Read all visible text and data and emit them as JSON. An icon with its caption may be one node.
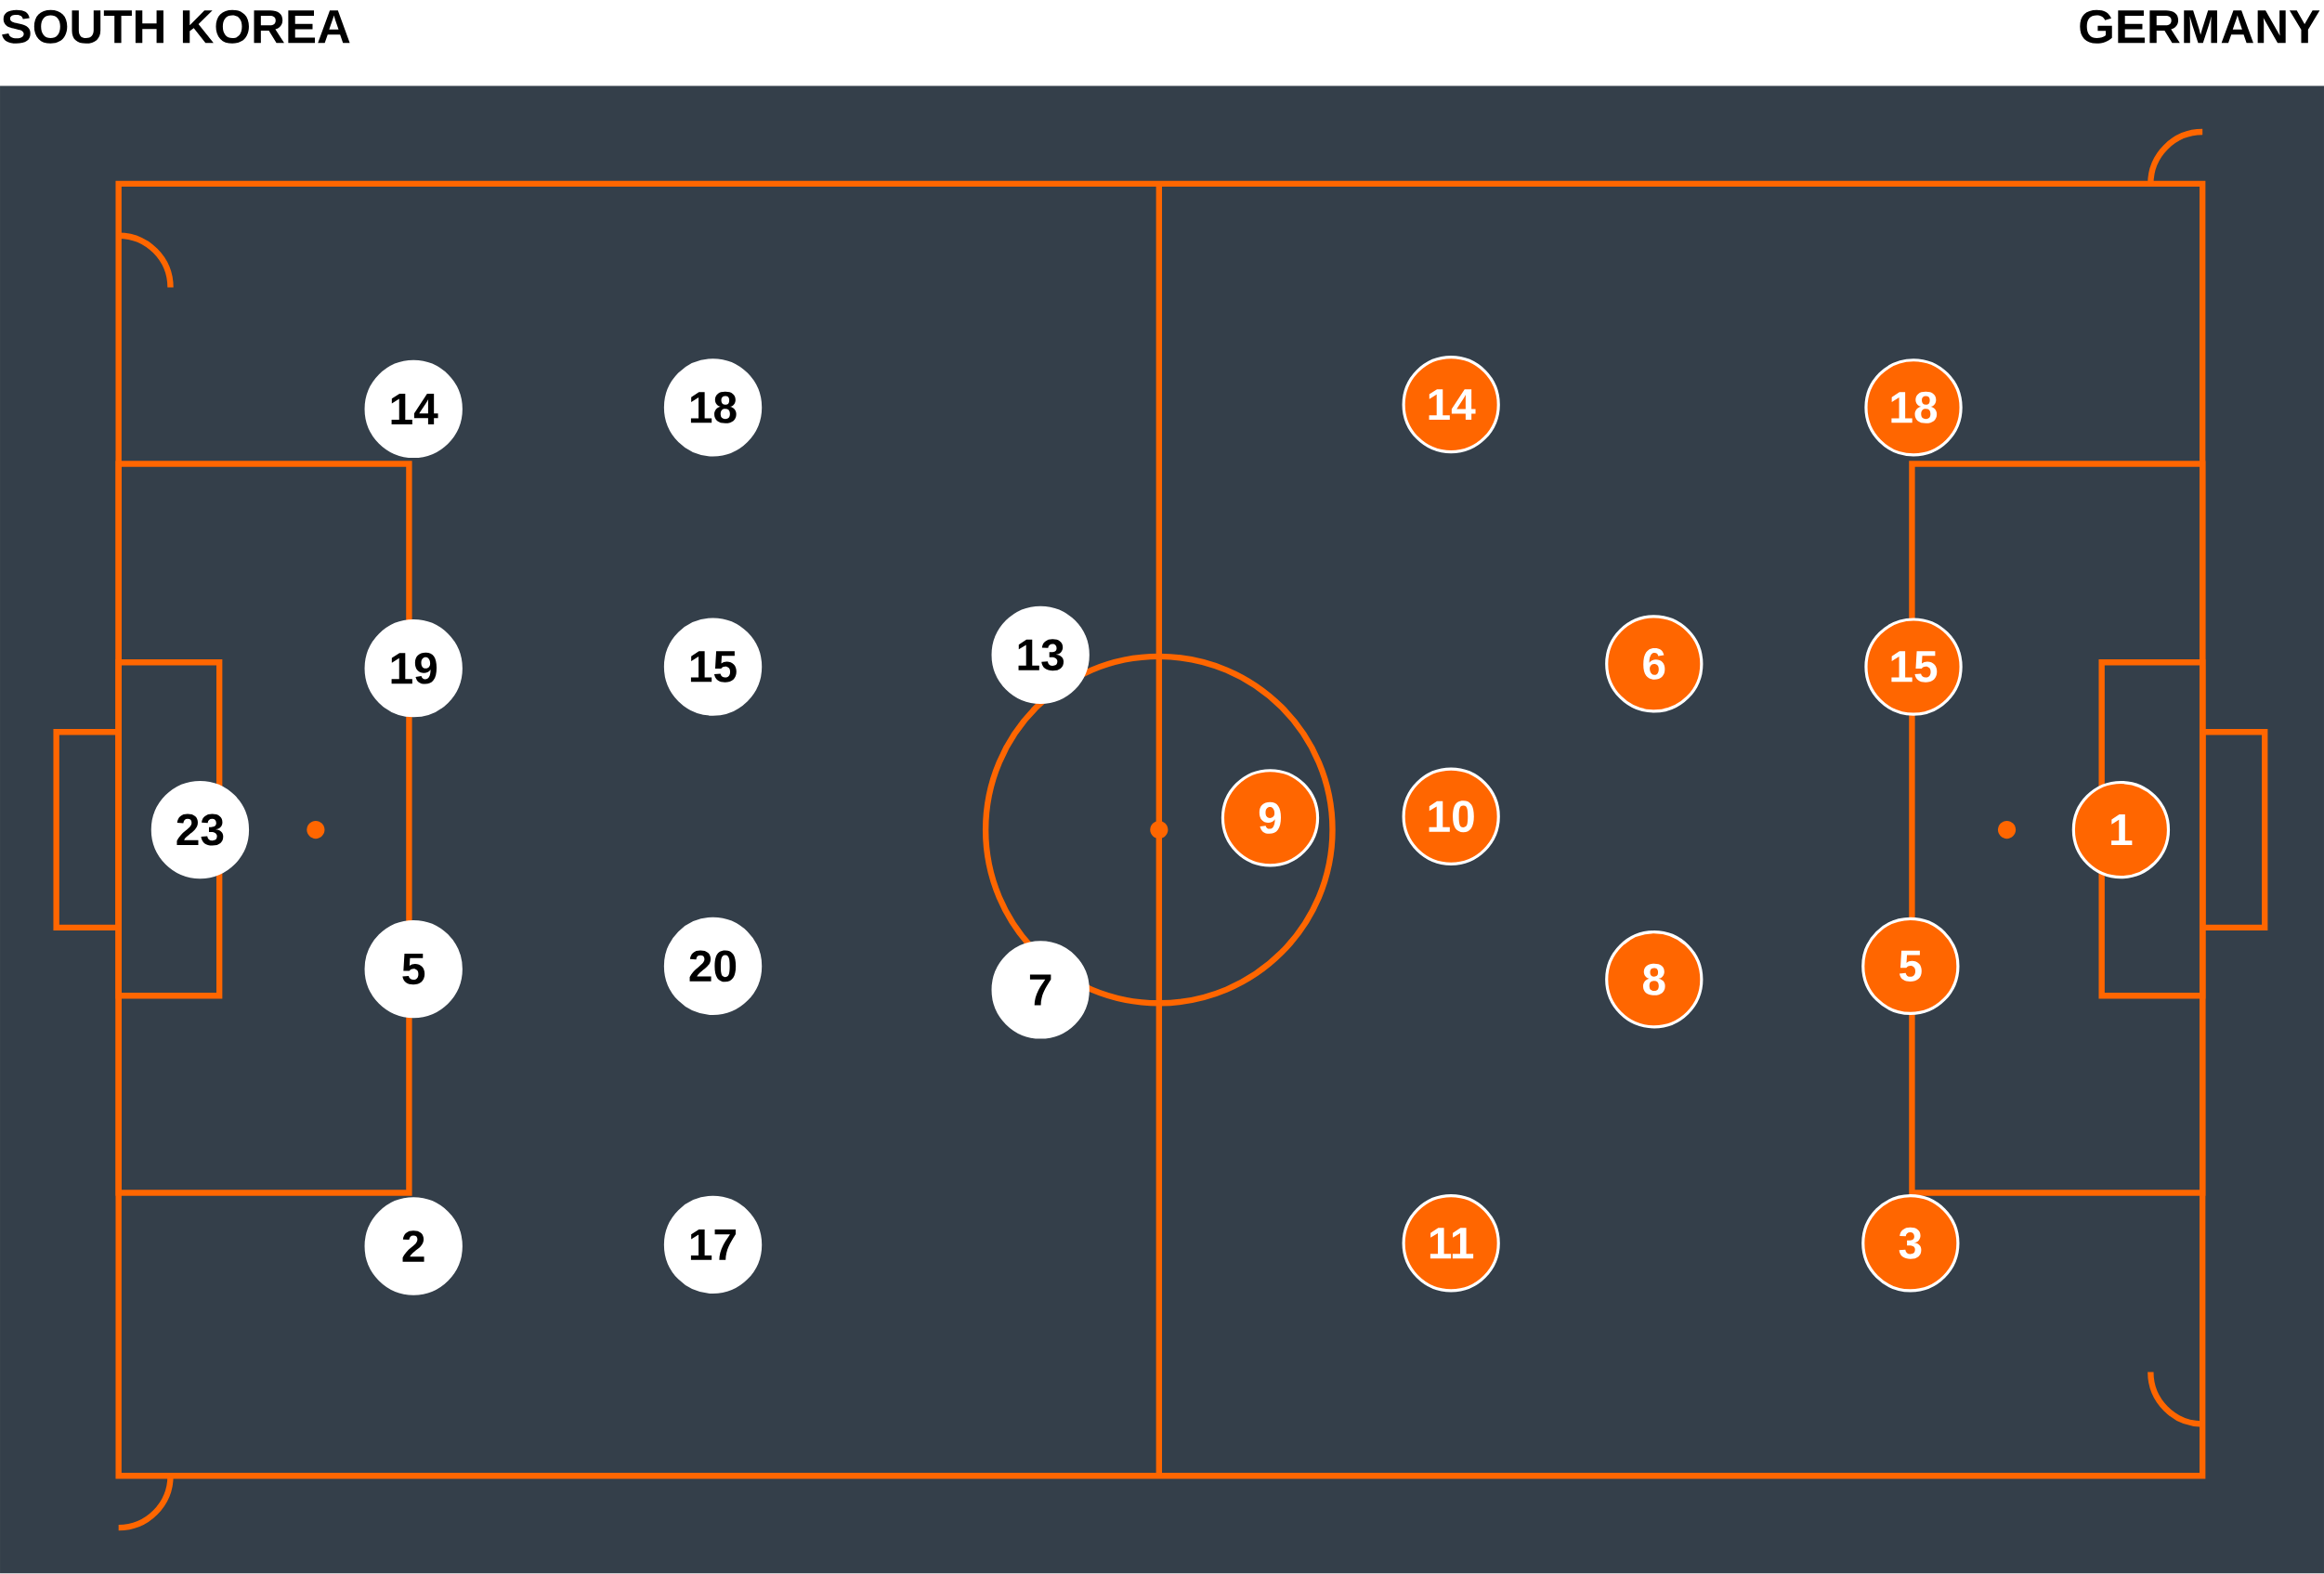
{
  "diagram": {
    "nodes": [
      {
        "text": [
          "23"
        ]
      },
      {
        "text": [
          "14"
        ]
      },
      {
        "text": [
          "19"
        ]
      },
      {
        "text": [
          "5"
        ]
      },
      {
        "text": [
          "2"
        ]
      },
      {
        "text": [
          "18"
        ]
      },
      {
        "text": [
          "15"
        ]
      },
      {
        "text": [
          "20"
        ]
      },
      {
        "text": [
          "17"
        ]
      },
      {
        "text": [
          "13"
        ]
      },
      {
        "text": [
          "7"
        ]
      },
      {
        "text": [
          "9"
        ]
      },
      {
        "text": [
          "14"
        ]
      },
      {
        "text": [
          "10"
        ]
      },
      {
        "text": [
          "11"
        ]
      },
      {
        "text": [
          "6"
        ]
      },
      {
        "text": [
          "8"
        ]
      },
      {
        "text": [
          "18"
        ]
      },
      {
        "text": [
          "15"
        ]
      },
      {
        "text": [
          "5"
        ]
      },
      {
        "text": [
          "3"
        ]
      },
      {
        "text": [
          "1"
        ]
      }
    ],
    "edges": [],
    "labels": [
      "SOUTH KOREA",
      "GERMANY"
    ]
  }
}
